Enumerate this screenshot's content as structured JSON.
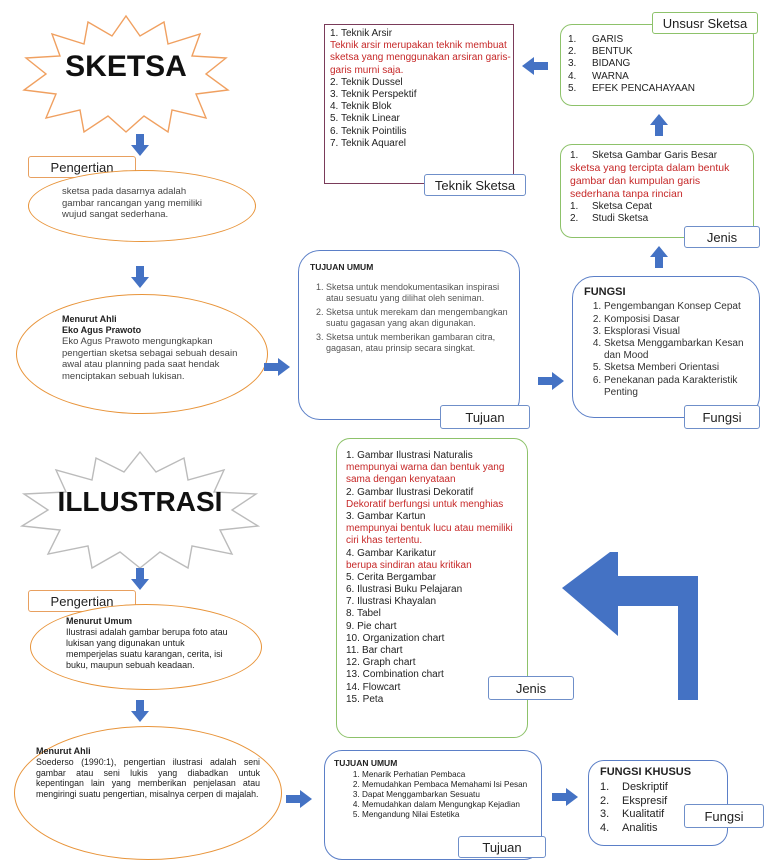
{
  "sketsa": {
    "title": "SKETSA",
    "pengertian_label": "Pengertian",
    "pengertian_text": "sketsa pada dasarnya adalah gambar rancangan yang memiliki wujud sangat sederhana.",
    "ahli_heading": "Menurut Ahli",
    "ahli_name": "Eko Agus Prawoto",
    "ahli_text": "Eko Agus Prawoto mengungkapkan pengertian sketsa sebagai sebuah desain awal atau planning pada saat hendak menciptakan sebuah lukisan.",
    "tujuan": {
      "heading": "TUJUAN UMUM",
      "items": [
        "Sketsa untuk mendokumentasikan inspirasi atau sesuatu yang dilihat oleh seniman.",
        "Sketsa untuk merekam dan mengembangkan suatu gagasan yang akan digunakan.",
        "Sketsa untuk memberikan gambaran citra, gagasan, atau prinsip secara singkat."
      ],
      "tag": "Tujuan"
    },
    "fungsi": {
      "heading": "FUNGSI",
      "items": [
        "Pengembangan Konsep Cepat",
        "Komposisi Dasar",
        "Eksplorasi Visual",
        "Sketsa Menggambarkan Kesan dan Mood",
        "Sketsa Memberi Orientasi",
        "Penekanan pada Karakteristik Penting"
      ],
      "tag": "Fungsi"
    },
    "jenis": {
      "item1": "Sketsa Gambar Garis Besar",
      "item1_desc": "sketsa yang tercipta dalam bentuk gambar dan kumpulan garis sederhana tanpa rincian",
      "items_rest": [
        "Sketsa Cepat",
        "Studi Sketsa"
      ],
      "tag": "Jenis"
    },
    "unsur": {
      "tag": "Unsusr Sketsa",
      "items": [
        "GARIS",
        "BENTUK",
        "BIDANG",
        "WARNA",
        "EFEK PENCAHAYAAN"
      ]
    },
    "teknik": {
      "item1": "1. Teknik Arsir",
      "item1_desc": "Teknik arsir merupakan teknik membuat sketsa yang menggunakan arsiran garis-garis murni saja.",
      "items_rest": [
        "2. Teknik Dussel",
        "3. Teknik Perspektif",
        "4. Teknik Blok",
        "5. Teknik Linear",
        "6. Teknik Pointilis",
        "7. Teknik Aquarel"
      ],
      "tag": "Teknik Sketsa"
    }
  },
  "ilustrasi": {
    "title": "ILLUSTRASI",
    "pengertian_label": "Pengertian",
    "umum_heading": "Menurut Umum",
    "umum_text": "Ilustrasi adalah gambar berupa foto atau lukisan yang digunakan untuk memperjelas suatu karangan, cerita, isi buku, maupun sebuah keadaan.",
    "ahli_heading": "Menurut Ahli",
    "ahli_text": "Soederso (1990:1), pengertian ilustrasi adalah seni gambar atau seni lukis yang diabadkan untuk kepentingan lain yang memberikan penjelasan atau mengiringi suatu pengertian, misalnya cerpen di majalah.",
    "jenis": {
      "entries": [
        {
          "label": "1. Gambar Ilustrasi Naturalis",
          "desc": "mempunyai warna dan bentuk yang sama dengan kenyataan"
        },
        {
          "label": "2. Gambar Ilustrasi Dekoratif",
          "desc": "Dekoratif berfungsi untuk menghias"
        },
        {
          "label": "3. Gambar Kartun",
          "desc": "mempunyai bentuk lucu atau memiliki ciri khas tertentu."
        },
        {
          "label": "4. Gambar Karikatur",
          "desc": "berupa sindiran atau kritikan"
        }
      ],
      "items_rest": [
        "5. Cerita Bergambar",
        "6. Ilustrasi Buku Pelajaran",
        "7. Ilustrasi Khayalan",
        "8. Tabel",
        "9. Pie chart",
        "10. Organization chart",
        "11. Bar chart",
        "12. Graph chart",
        "13. Combination chart",
        "14. Flowcart",
        "15. Peta"
      ],
      "tag": "Jenis"
    },
    "tujuan": {
      "heading": "TUJUAN UMUM",
      "items": [
        "Menarik Perhatian Pembaca",
        "Memudahkan Pembaca Memahami Isi Pesan",
        "Dapat Menggambarkan Sesuatu",
        "Memudahkan dalam Mengungkap Kejadian",
        "Mengandung Nilai Estetika"
      ],
      "tag": "Tujuan"
    },
    "fungsi": {
      "heading": "FUNGSI KHUSUS",
      "items": [
        "Deskriptif",
        "Ekspresif",
        "Kualitatif",
        "Analitis"
      ],
      "tag": "Fungsi"
    }
  },
  "colors": {
    "arrow": "#4472c4",
    "ellipse_border": "#e8943a",
    "blue_border": "#5b7fc7",
    "green_border": "#8dc26a",
    "highlight_text": "#c62828"
  }
}
